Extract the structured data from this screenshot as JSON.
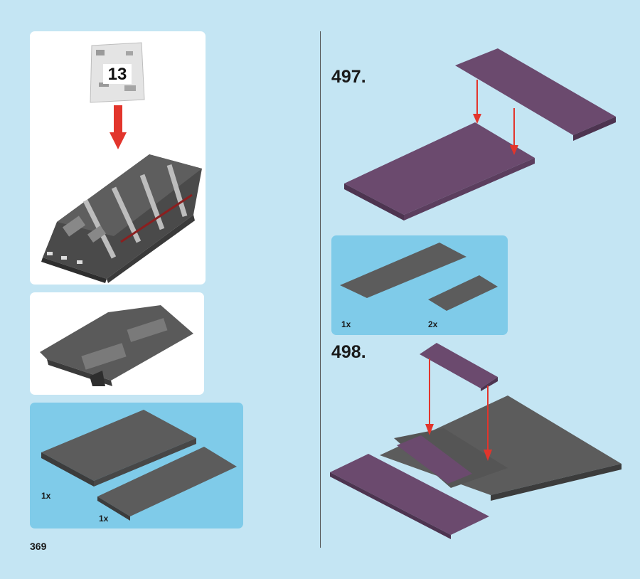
{
  "page_number": "369",
  "bag": {
    "number": "13"
  },
  "parts_callout_left": {
    "items": [
      {
        "qty": "1x"
      },
      {
        "qty": "1x"
      }
    ]
  },
  "steps": [
    {
      "number": "497.",
      "parts": [
        {
          "qty": "1x"
        },
        {
          "qty": "2x"
        }
      ]
    },
    {
      "number": "498."
    }
  ],
  "colors": {
    "background": "#c4e5f3",
    "callout_blue": "#7fcbe9",
    "dark_gray_brick": "#555555",
    "purple_brick": "#6b4a6e",
    "arrow_red": "#e2352c"
  }
}
